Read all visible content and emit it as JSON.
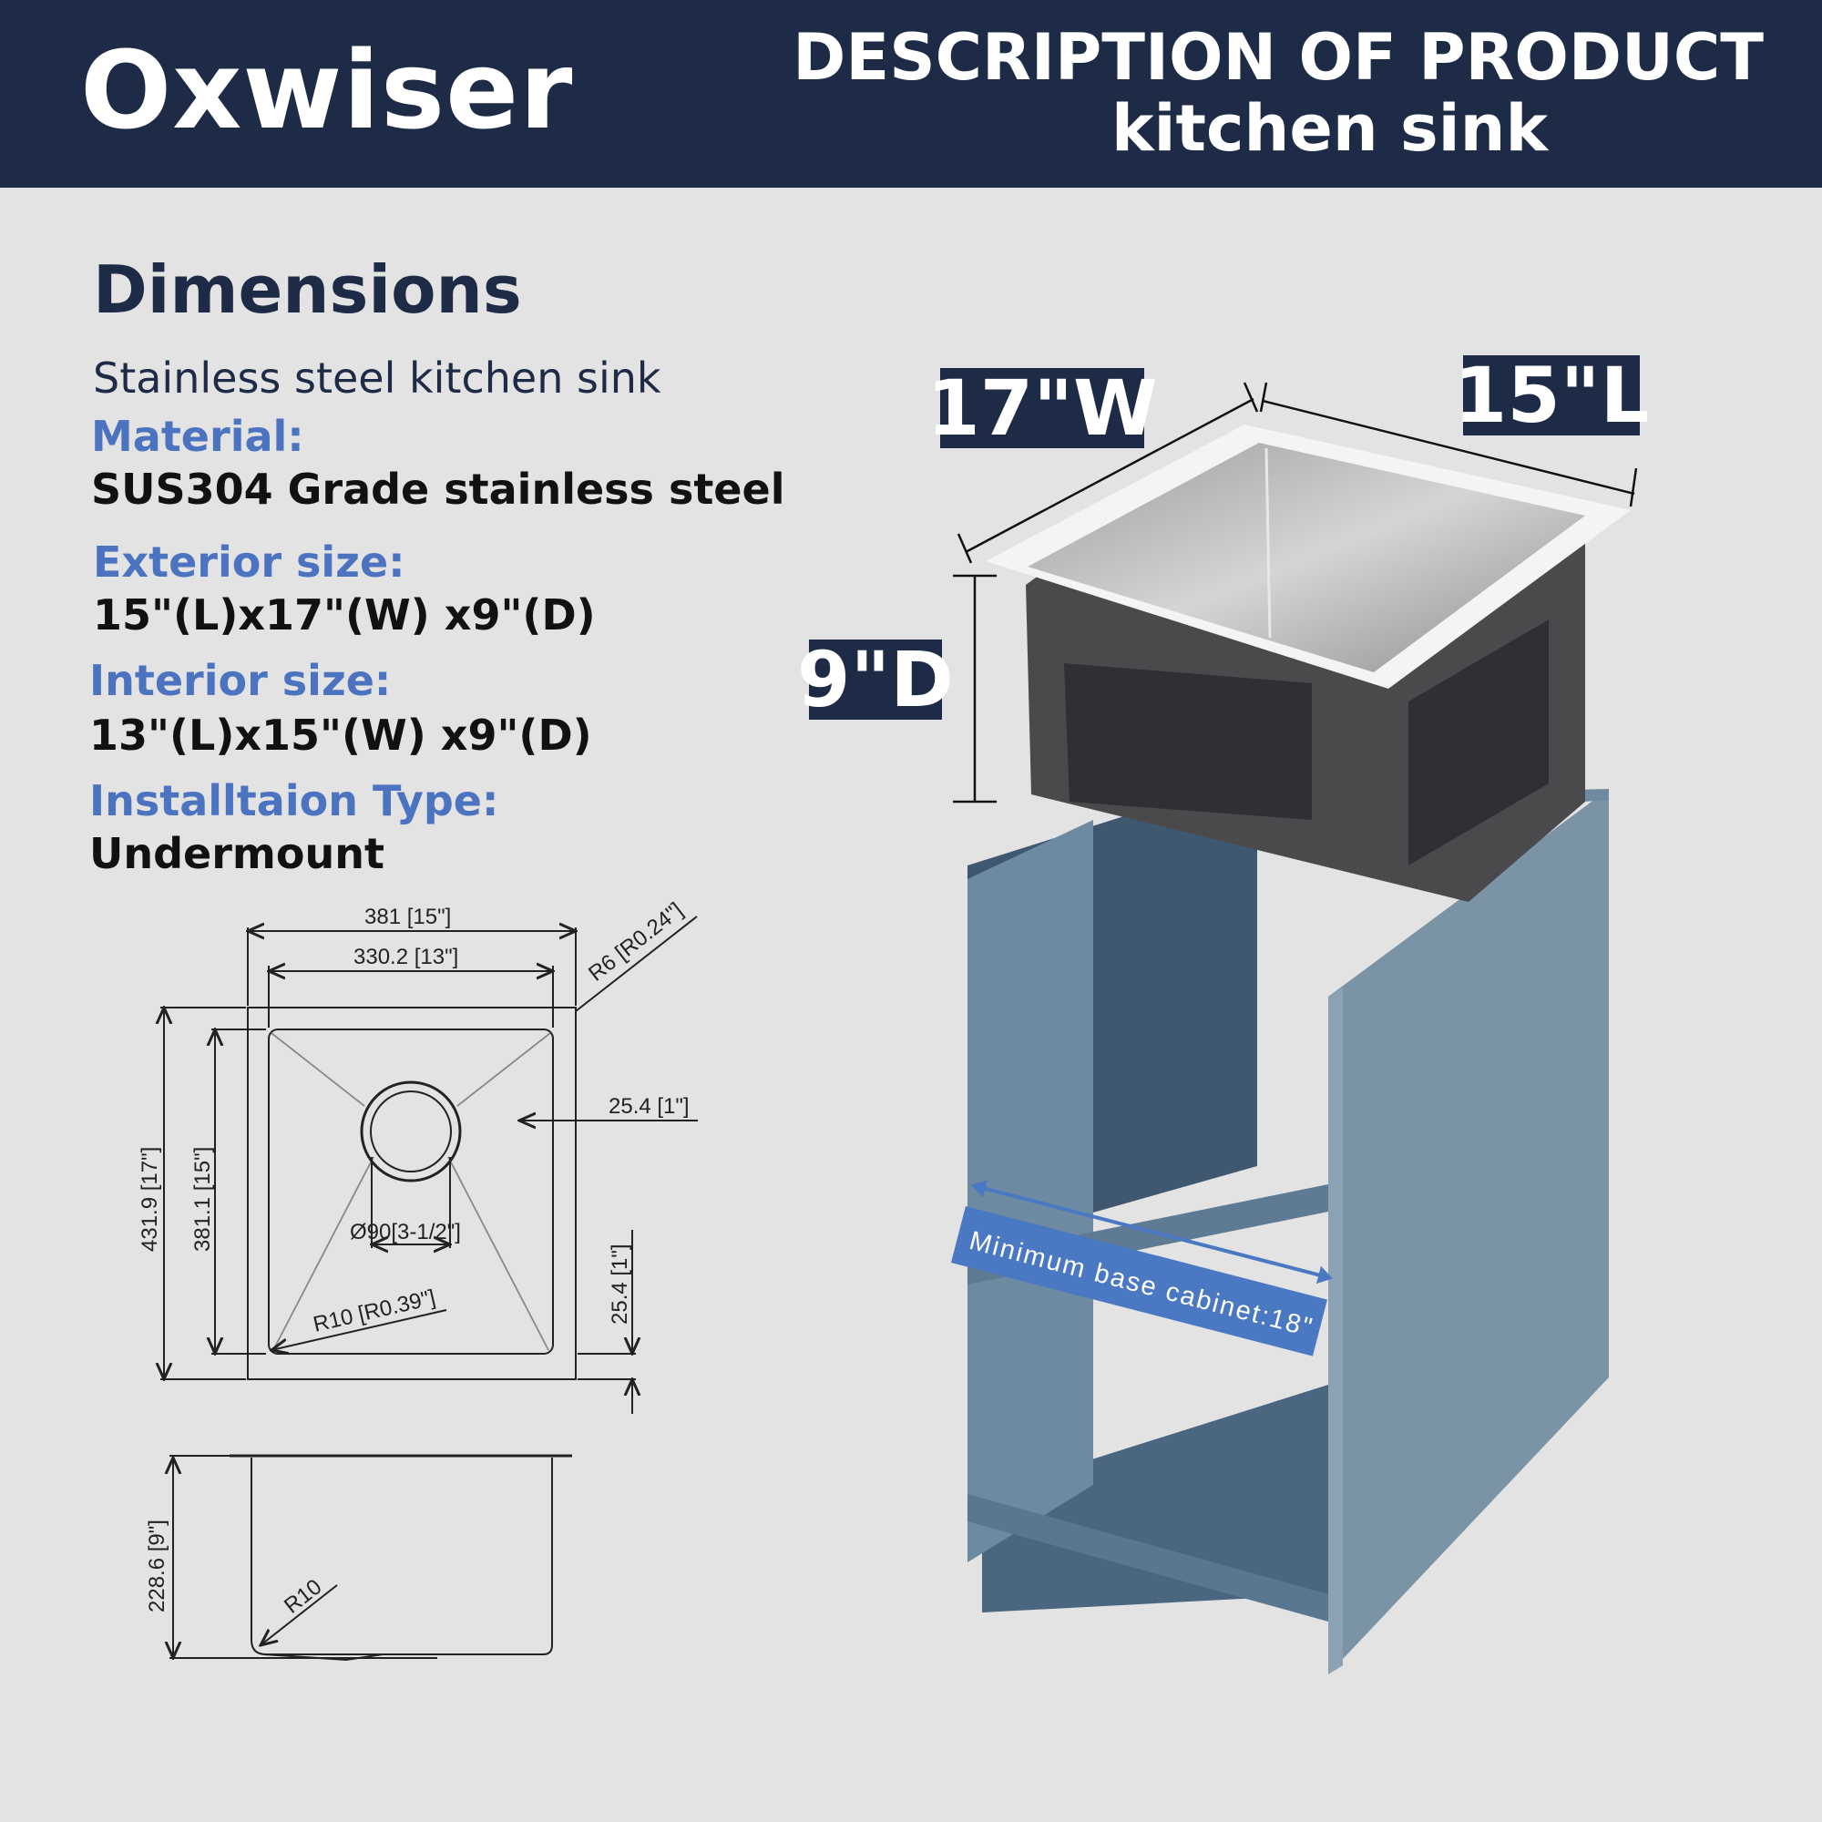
{
  "header": {
    "brand": "Oxwiser",
    "title_line1": "DESCRIPTION OF PRODUCT",
    "title_line2": "kitchen sink"
  },
  "specs": {
    "heading": "Dimensions",
    "subtitle": "Stainless steel kitchen sink",
    "material_label": "Material:",
    "material_value": "SUS304 Grade stainless steel",
    "exterior_label": "Exterior size:",
    "exterior_value": "15\"(L)x17\"(W) x9\"(D)",
    "interior_label": "Interior size:",
    "interior_value": "13\"(L)x15\"(W) x9\"(D)",
    "install_label": "Installtaion Type:",
    "install_value": "Undermount"
  },
  "product_labels": {
    "width": "17\"W",
    "length": "15\"L",
    "depth": "9\"D",
    "cabinet": "Minimum base cabinet:18\""
  },
  "drawing": {
    "top_outer_width": "381 [15\"]",
    "top_inner_width": "330.2 [13\"]",
    "corner_radius_outer": "R6 [R0.24\"]",
    "flange_width": "25.4 [1\"]",
    "outer_height": "431.9 [17\"]",
    "inner_height": "381.1 [15\"]",
    "drain_diameter": "Ø90[3-1/2\"]",
    "corner_radius_inner": "R10 [R0.39\"]",
    "bottom_flange": "25.4 [1\"]",
    "side_depth": "228.6 [9\"]",
    "side_radius": "R10"
  },
  "colors": {
    "header_bg": "#1d2b47",
    "label_blue": "#4b73c0",
    "cabinet_blue": "#6c8aa1",
    "banner_blue": "#4a78c2"
  }
}
